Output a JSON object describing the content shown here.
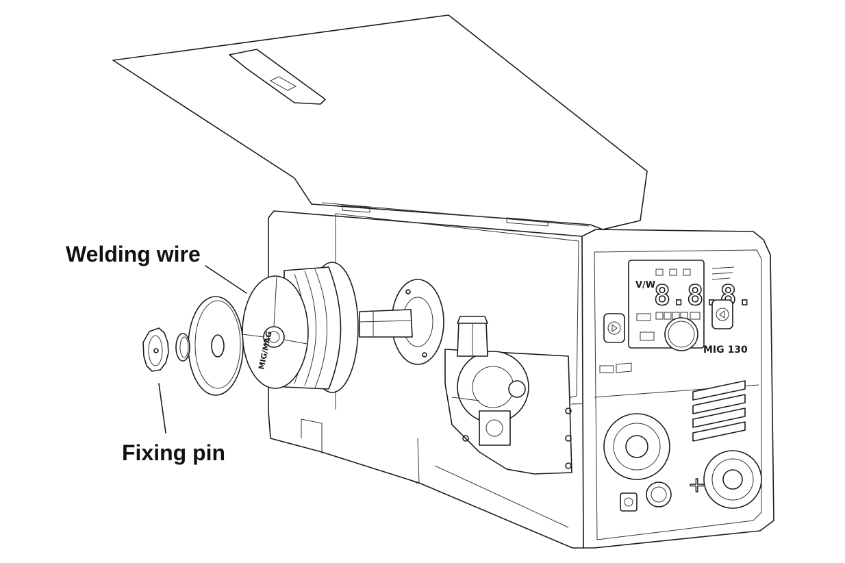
{
  "callouts": {
    "welding_wire": "Welding wire",
    "fixing_pin": "Fixing pin"
  },
  "machine": {
    "model": "MIG 130",
    "display": "8.8.8.",
    "logo": "V/W",
    "spool_brand": "MIG/MAG",
    "front_socket_sign": "+"
  },
  "colors": {
    "line": "#1a1a1a",
    "background": "#ffffff"
  }
}
